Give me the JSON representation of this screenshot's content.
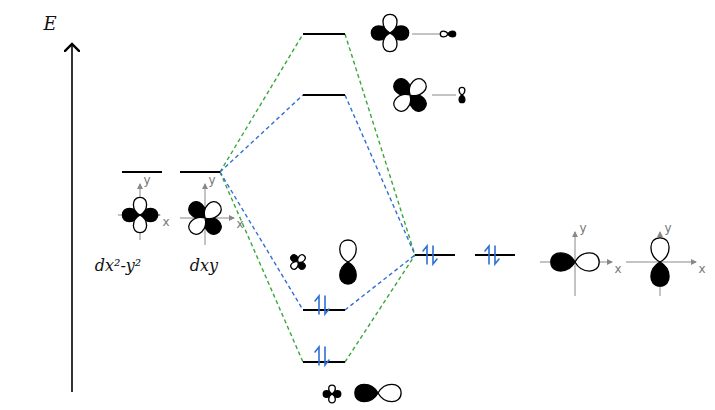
{
  "diagram": {
    "labels": [
      "E",
      "y",
      "x",
      "y",
      "x",
      "dx²-y²",
      "dxy",
      "y",
      "x",
      "y",
      "x"
    ]
  }
}
